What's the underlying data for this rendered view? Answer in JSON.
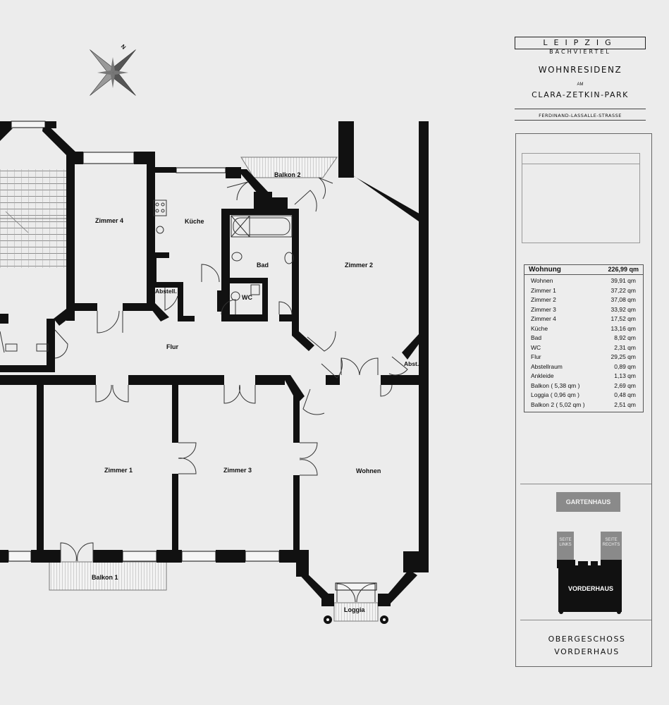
{
  "title_block": {
    "city": "LEIPZIG",
    "quarter": "BACHVIERTEL",
    "residence": "WOHNRESIDENZ",
    "am": "AM",
    "park": "CLARA-ZETKIN-PARK",
    "street": "FERDINAND-LASSALLE-STRASSE"
  },
  "compass": {
    "label": "N"
  },
  "rooms": {
    "zimmer4": "Zimmer 4",
    "kueche": "Küche",
    "balkon2": "Balkon 2",
    "bad": "Bad",
    "wc": "WC",
    "abstell": "Abstell.",
    "zimmer2": "Zimmer 2",
    "flur": "Flur",
    "abst": "Abst.",
    "zimmer1": "Zimmer 1",
    "zimmer3": "Zimmer 3",
    "wohnen": "Wohnen",
    "balkon1": "Balkon 1",
    "loggia": "Loggia"
  },
  "area_table": {
    "header_label": "Wohnung",
    "header_value": "226,99 qm",
    "rows": [
      {
        "name": "Wohnen",
        "value": "39,91 qm"
      },
      {
        "name": "Zimmer 1",
        "value": "37,22 qm"
      },
      {
        "name": "Zimmer 2",
        "value": "37,08 qm"
      },
      {
        "name": "Zimmer 3",
        "value": "33,92 qm"
      },
      {
        "name": "Zimmer 4",
        "value": "17,52 qm"
      },
      {
        "name": "Küche",
        "value": "13,16 qm"
      },
      {
        "name": "Bad",
        "value": "8,92 qm"
      },
      {
        "name": "WC",
        "value": "2,31 qm"
      },
      {
        "name": "Flur",
        "value": "29,25 qm"
      },
      {
        "name": "Abstellraum",
        "value": "0,89 qm"
      },
      {
        "name": "Ankleide",
        "value": "1,13 qm"
      },
      {
        "name": "Balkon ( 5,38 qm )",
        "value": "2,69 qm"
      },
      {
        "name": "Loggia ( 0,96 qm )",
        "value": "0,48 qm"
      },
      {
        "name": "Balkon 2 ( 5,02 qm )",
        "value": "2,51 qm"
      }
    ]
  },
  "key_plan": {
    "gartenhaus": "GARTENHAUS",
    "seite_links_1": "SEITE",
    "seite_links_2": "LINKS",
    "seite_rechts_1": "SEITE",
    "seite_rechts_2": "RECHTS",
    "vorderhaus": "VORDERHAUS"
  },
  "floor": {
    "line1": "OBERGESCHOSS",
    "line2": "VORDERHAUS"
  },
  "colors": {
    "wall": "#111111",
    "paper": "#ececec",
    "key_block": "#8a8a8a"
  }
}
